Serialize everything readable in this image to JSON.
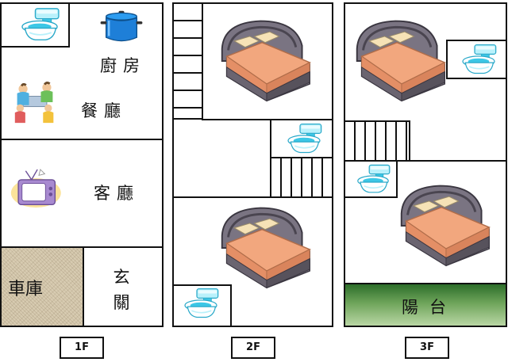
{
  "floors": [
    {
      "tag": "1F",
      "rooms": {
        "kitchen": "廚房",
        "dining": "餐廳",
        "living": "客廳",
        "garage": "車庫",
        "entrance": "玄關"
      }
    },
    {
      "tag": "2F"
    },
    {
      "tag": "3F",
      "rooms": {
        "balcony": "陽台"
      }
    }
  ],
  "icons": {
    "toilet": "toilet-icon",
    "pot": "cooking-pot-icon",
    "dining": "dining-family-icon",
    "tv": "television-icon",
    "bed": "bed-icon",
    "stairs": "stairs-icon"
  },
  "colors": {
    "wall": "#111111",
    "garage": "#d8ccb2",
    "balcony": "#2d6e2a",
    "bed_blanket": "#f2a77e",
    "bed_frame": "#6a6470",
    "toilet": "#3cc7e6",
    "pot": "#1e7fd8"
  }
}
